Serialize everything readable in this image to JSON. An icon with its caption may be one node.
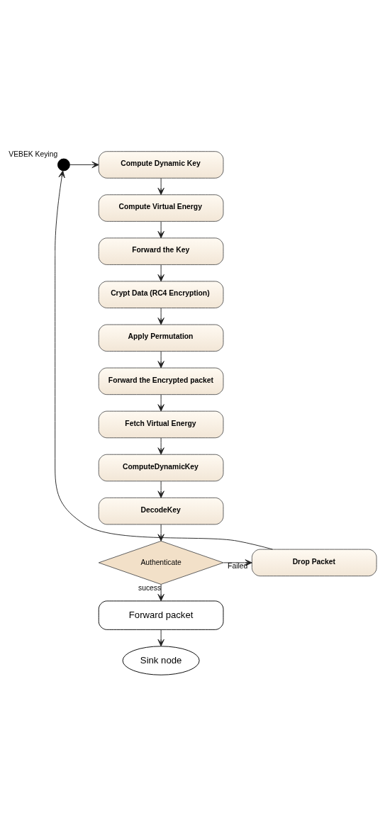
{
  "diagram": {
    "nodes": [
      {
        "text": [],
        "shape": "circle",
        "beside": [
          "VEBEK Keying"
        ]
      },
      {
        "text": [
          "Compute Dynamic Key"
        ]
      },
      {
        "text": [
          "Compute Virtual Energy"
        ]
      },
      {
        "text": [
          "Forward the Key"
        ]
      },
      {
        "text": [
          "Crypt Data (RC4 Encryption)"
        ]
      },
      {
        "text": [
          "Apply Permutation"
        ]
      },
      {
        "text": [
          "Forward the Encrypted packet"
        ]
      },
      {
        "text": [
          "Fetch Virtual Energy"
        ]
      },
      {
        "text": [
          "ComputeDynamicKey"
        ]
      },
      {
        "text": [
          "DecodeKey"
        ]
      },
      {
        "text": [
          "Authenticate"
        ]
      },
      {
        "text": [
          "Drop Packet"
        ]
      },
      {
        "text": [
          "Forward packet"
        ]
      },
      {
        "text": [
          "Sink node"
        ]
      }
    ],
    "edges": [
      {
        "from": 0,
        "to": 1,
        "arrow": "to"
      },
      {
        "from": 1,
        "to": 2,
        "arrow": "to"
      },
      {
        "from": 2,
        "to": 3,
        "arrow": "to"
      },
      {
        "from": 3,
        "to": 4,
        "arrow": "to"
      },
      {
        "from": 4,
        "to": 5,
        "arrow": "to"
      },
      {
        "from": 5,
        "to": 6,
        "arrow": "to"
      },
      {
        "from": 6,
        "to": 7,
        "arrow": "to"
      },
      {
        "from": 7,
        "to": 8,
        "arrow": "to"
      },
      {
        "from": 8,
        "to": 9,
        "arrow": "to"
      },
      {
        "from": 9,
        "to": 10,
        "arrow": "to"
      },
      {
        "from": 10,
        "to": 11,
        "arrow": "to",
        "label": "Failed"
      },
      {
        "from": 11,
        "to": 0,
        "arrow": "to"
      },
      {
        "from": 10,
        "to": 12,
        "arrow": "to",
        "label": "sucess"
      },
      {
        "from": 12,
        "to": 13,
        "arrow": "to"
      }
    ]
  }
}
